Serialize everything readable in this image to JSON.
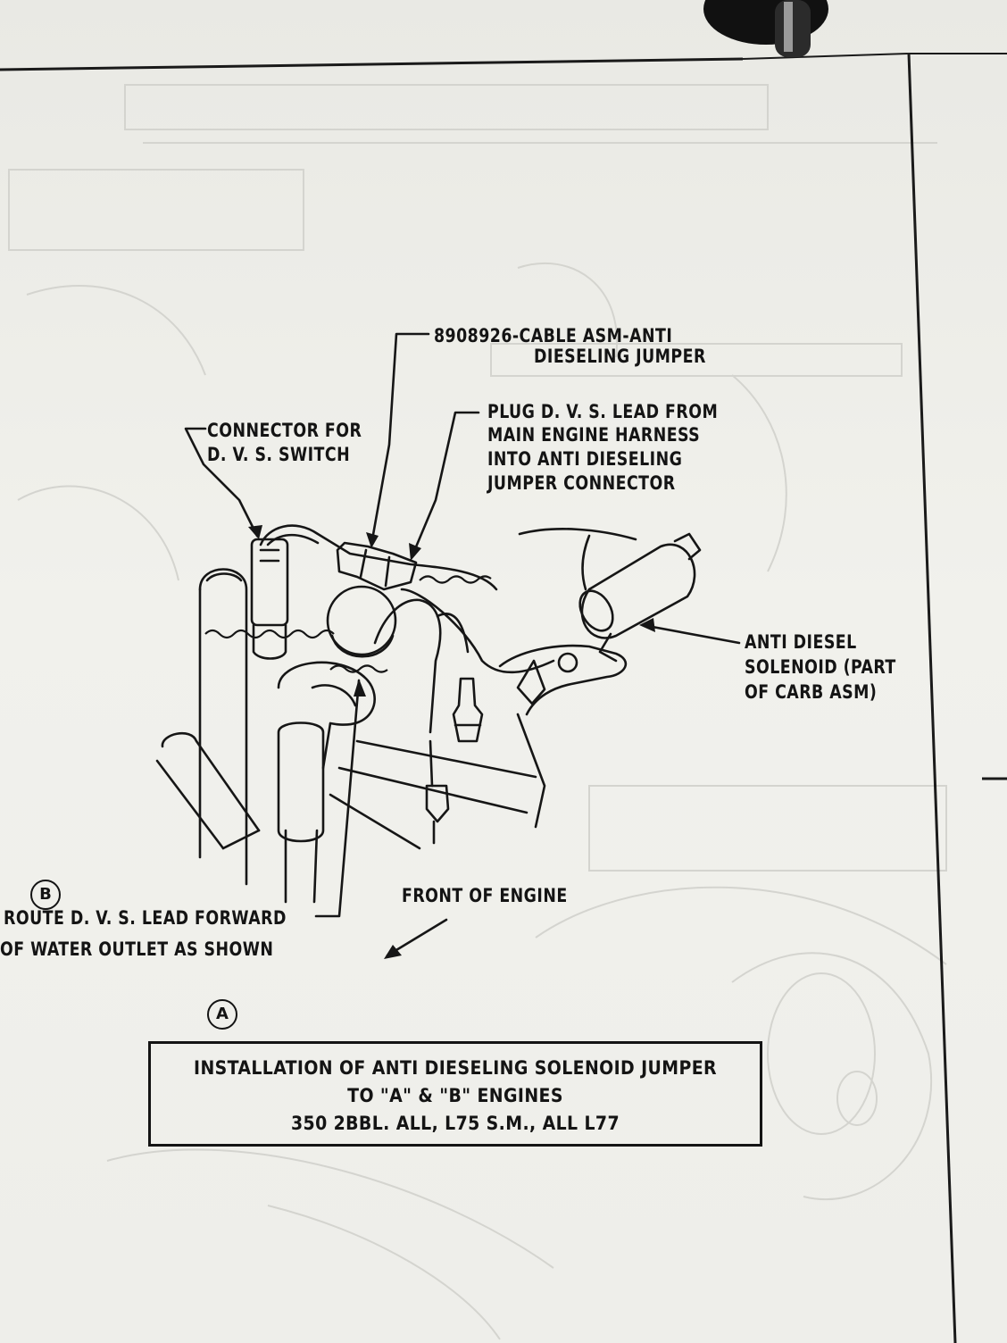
{
  "callouts": {
    "cable": {
      "line1": "8908926-CABLE ASM-ANTI",
      "line2": "DIESELING JUMPER"
    },
    "plug": {
      "lines": [
        "PLUG D. V. S. LEAD FROM",
        "MAIN ENGINE HARNESS",
        "INTO ANTI DIESELING",
        "JUMPER CONNECTOR"
      ]
    },
    "connector": {
      "lines": [
        "CONNECTOR FOR",
        "D. V. S. SWITCH"
      ]
    },
    "solenoid": {
      "lines": [
        "ANTI DIESEL",
        "SOLENOID (PART",
        "OF CARB ASM)"
      ]
    },
    "route": {
      "marker": "B",
      "lines": [
        "ROUTE D. V. S. LEAD FORWARD",
        "OF WATER OUTLET AS SHOWN"
      ]
    },
    "front": {
      "text": "FRONT OF ENGINE"
    }
  },
  "caption": {
    "marker": "A",
    "lines": [
      "INSTALLATION OF ANTI DIESELING SOLENOID JUMPER",
      "TO \"A\" & \"B\" ENGINES",
      "350 2BBL. ALL, L75 S.M., ALL L77"
    ]
  },
  "colors": {
    "ink": "#141414",
    "paper": "#efefea",
    "bleed_through": "#d4d4cf"
  }
}
